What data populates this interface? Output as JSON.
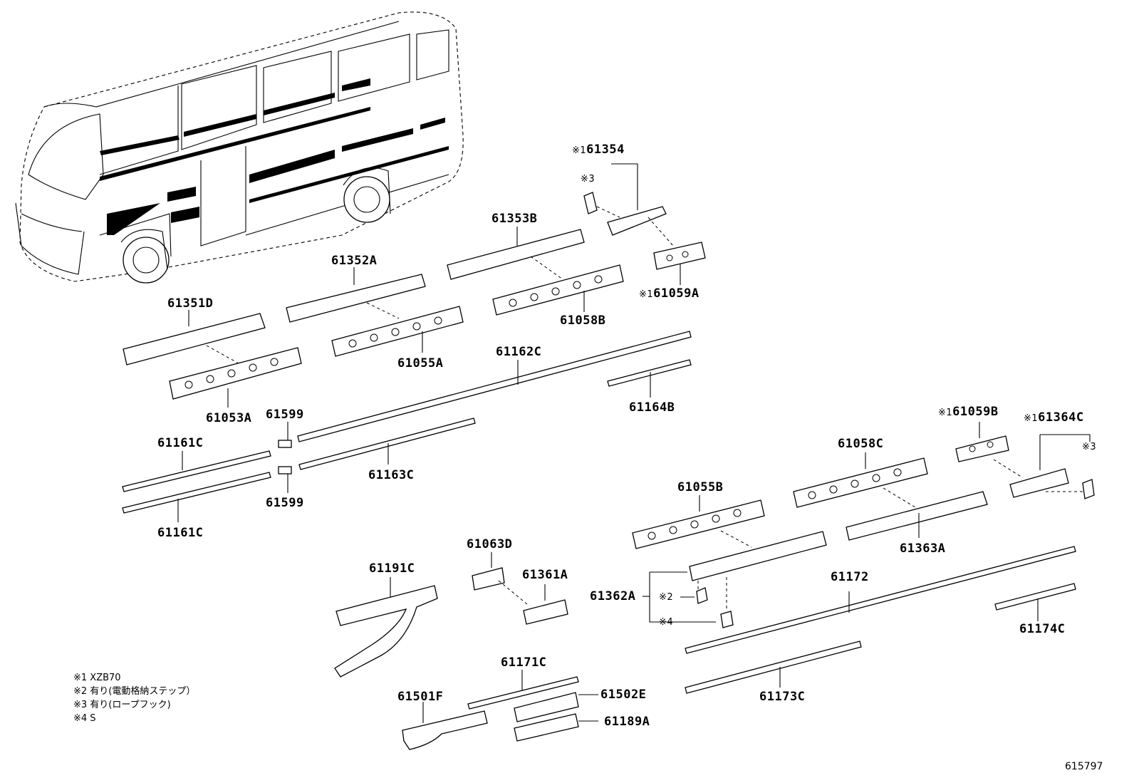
{
  "diagram": {
    "parts": [
      {
        "id": "p61354",
        "label": "61354",
        "note": "※1"
      },
      {
        "id": "p61354n3",
        "label": "※3"
      },
      {
        "id": "p61353B",
        "label": "61353B"
      },
      {
        "id": "p61352A",
        "label": "61352A"
      },
      {
        "id": "p61351D",
        "label": "61351D"
      },
      {
        "id": "p61059A",
        "label": "61059A",
        "note": "※1"
      },
      {
        "id": "p61058B",
        "label": "61058B"
      },
      {
        "id": "p61055A",
        "label": "61055A"
      },
      {
        "id": "p61053A",
        "label": "61053A"
      },
      {
        "id": "p61162C",
        "label": "61162C"
      },
      {
        "id": "p61164B",
        "label": "61164B"
      },
      {
        "id": "p61599a",
        "label": "61599"
      },
      {
        "id": "p61599b",
        "label": "61599"
      },
      {
        "id": "p61161Ca",
        "label": "61161C"
      },
      {
        "id": "p61161Cb",
        "label": "61161C"
      },
      {
        "id": "p61163C",
        "label": "61163C"
      },
      {
        "id": "p61059B",
        "label": "61059B",
        "note": "※1"
      },
      {
        "id": "p61364C",
        "label": "61364C",
        "note": "※1"
      },
      {
        "id": "p61364Cn3",
        "label": "※3"
      },
      {
        "id": "p61058C",
        "label": "61058C"
      },
      {
        "id": "p61055B",
        "label": "61055B"
      },
      {
        "id": "p61363A",
        "label": "61363A"
      },
      {
        "id": "p61063D",
        "label": "61063D"
      },
      {
        "id": "p61361A",
        "label": "61361A"
      },
      {
        "id": "p61191C",
        "label": "61191C"
      },
      {
        "id": "p61172",
        "label": "61172"
      },
      {
        "id": "p61362A",
        "label": "61362A"
      },
      {
        "id": "p61362An2",
        "label": "※2"
      },
      {
        "id": "p61362An4",
        "label": "※4"
      },
      {
        "id": "p61174C",
        "label": "61174C"
      },
      {
        "id": "p61171C",
        "label": "61171C"
      },
      {
        "id": "p61502E",
        "label": "61502E"
      },
      {
        "id": "p61501F",
        "label": "61501F"
      },
      {
        "id": "p61189A",
        "label": "61189A"
      },
      {
        "id": "p61173C",
        "label": "61173C"
      }
    ],
    "legend": [
      "※1 XZB70",
      "※2 有り(電動格納ステップ）",
      "※3 有り(ロープフック)",
      "※4 S"
    ],
    "document_number": "615797"
  }
}
